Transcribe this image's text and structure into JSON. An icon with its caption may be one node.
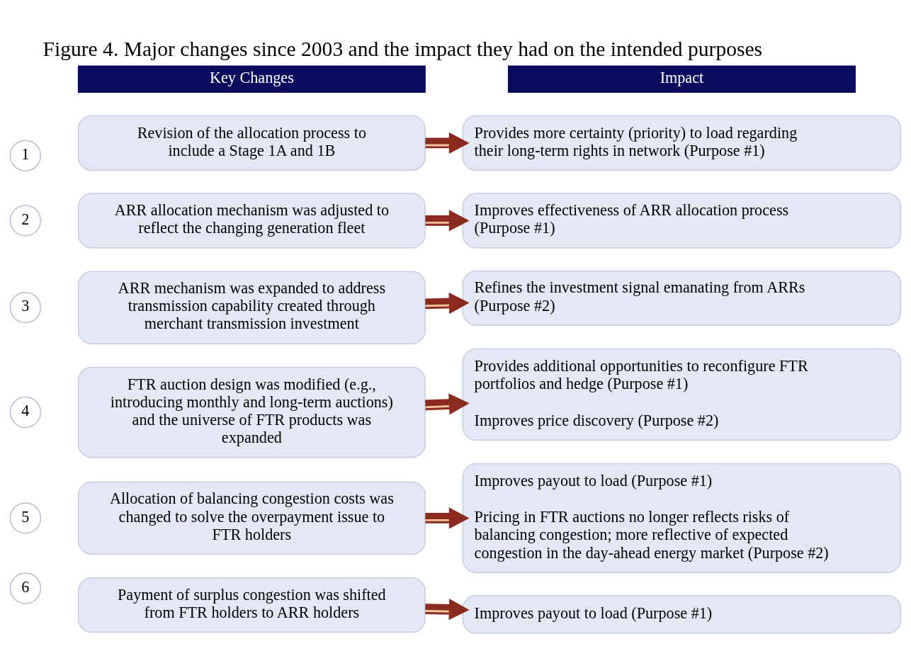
{
  "diagram": {
    "title": "Figure 4. Major changes since 2003 and the impact they had on the intended purposes",
    "nodes": [
      {
        "text": [
          "Key Changes"
        ]
      },
      {
        "text": [
          "Impact"
        ]
      },
      {
        "text": [
          "1"
        ]
      },
      {
        "text": [
          "Revision of the allocation process to include a Stage 1A and 1B"
        ]
      },
      {
        "text": [
          "Provides more certainty (priority) to load regarding their long-term rights in network (Purpose #1)"
        ]
      },
      {
        "text": [
          "2"
        ]
      },
      {
        "text": [
          "ARR allocation mechanism was adjusted to reflect the changing generation fleet"
        ]
      },
      {
        "text": [
          "Improves effectiveness of ARR allocation process (Purpose #1)"
        ]
      },
      {
        "text": [
          "3"
        ]
      },
      {
        "text": [
          "ARR mechanism was expanded to address transmission capability created through merchant transmission investment"
        ]
      },
      {
        "text": [
          "Refines the investment signal emanating from ARRs (Purpose #2)"
        ]
      },
      {
        "text": [
          "4"
        ]
      },
      {
        "text": [
          "FTR auction design was modified (e.g., introducing monthly and long-term auctions) and the universe of FTR products was expanded"
        ]
      },
      {
        "text": [
          "Provides additional opportunities to reconfigure FTR portfolios and hedge (Purpose #1)",
          "Improves price discovery (Purpose #2)"
        ]
      },
      {
        "text": [
          "5"
        ]
      },
      {
        "text": [
          "Allocation of balancing congestion costs was changed to solve the overpayment issue to FTR holders"
        ]
      },
      {
        "text": [
          "Improves payout to load (Purpose #1)",
          "Pricing in FTR auctions no longer reflects risks of balancing congestion; more reflective of expected congestion in the day-ahead energy market (Purpose #2)"
        ]
      },
      {
        "text": [
          "6"
        ]
      },
      {
        "text": [
          "Payment of surplus congestion was shifted from FTR holders to ARR holders"
        ]
      },
      {
        "text": [
          "Improves payout to load (Purpose #1)"
        ]
      }
    ],
    "edges": [
      {
        "from": 3,
        "to": 4,
        "arrow": "to"
      },
      {
        "from": 6,
        "to": 7,
        "arrow": "to"
      },
      {
        "from": 9,
        "to": 10,
        "arrow": "to"
      },
      {
        "from": 12,
        "to": 13,
        "arrow": "to"
      },
      {
        "from": 15,
        "to": 16,
        "arrow": "to"
      },
      {
        "from": 18,
        "to": 19,
        "arrow": "to"
      }
    ]
  }
}
